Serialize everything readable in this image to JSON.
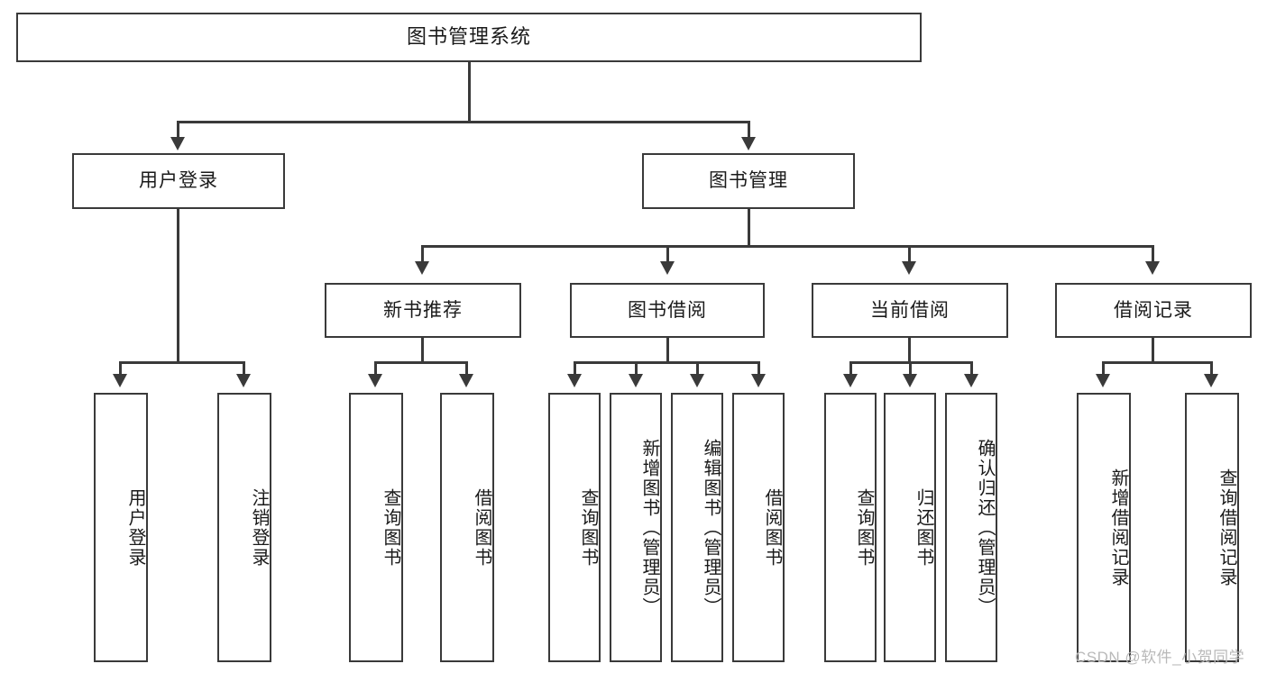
{
  "diagram": {
    "type": "hierarchy-tree",
    "title": "图书管理系统",
    "root": {
      "label": "图书管理系统"
    },
    "level2": [
      {
        "id": "user-login",
        "label": "用户登录"
      },
      {
        "id": "book-management",
        "label": "图书管理"
      }
    ],
    "level3": [
      {
        "id": "new-book-recommend",
        "label": "新书推荐"
      },
      {
        "id": "book-borrow",
        "label": "图书借阅"
      },
      {
        "id": "current-borrow",
        "label": "当前借阅"
      },
      {
        "id": "borrow-record",
        "label": "借阅记录"
      }
    ],
    "leaves": {
      "user_login": [
        {
          "id": "leaf-user-login",
          "label": "用户登录"
        },
        {
          "id": "leaf-logout-login",
          "label": "注销登录"
        }
      ],
      "new_book_recommend": [
        {
          "id": "leaf-query-book-1",
          "label": "查询图书"
        },
        {
          "id": "leaf-borrow-book-1",
          "label": "借阅图书"
        }
      ],
      "book_borrow": [
        {
          "id": "leaf-query-book-2",
          "label": "查询图书"
        },
        {
          "id": "leaf-add-book",
          "label": "新增图书（管理员）"
        },
        {
          "id": "leaf-edit-book",
          "label": "编辑图书（管理员）"
        },
        {
          "id": "leaf-borrow-book-2",
          "label": "借阅图书"
        }
      ],
      "current_borrow": [
        {
          "id": "leaf-query-book-3",
          "label": "查询图书"
        },
        {
          "id": "leaf-return-book",
          "label": "归还图书"
        },
        {
          "id": "leaf-confirm-return",
          "label": "确认归还（管理员）"
        }
      ],
      "borrow_record": [
        {
          "id": "leaf-add-record",
          "label": "新增借阅记录"
        },
        {
          "id": "leaf-query-record",
          "label": "查询借阅记录"
        }
      ]
    },
    "watermark": "CSDN @软件_小贺同学",
    "colors": {
      "border": "#3a3a3a",
      "background": "#ffffff",
      "text": "#1a1a1a",
      "watermark": "#b9b9b9"
    }
  }
}
